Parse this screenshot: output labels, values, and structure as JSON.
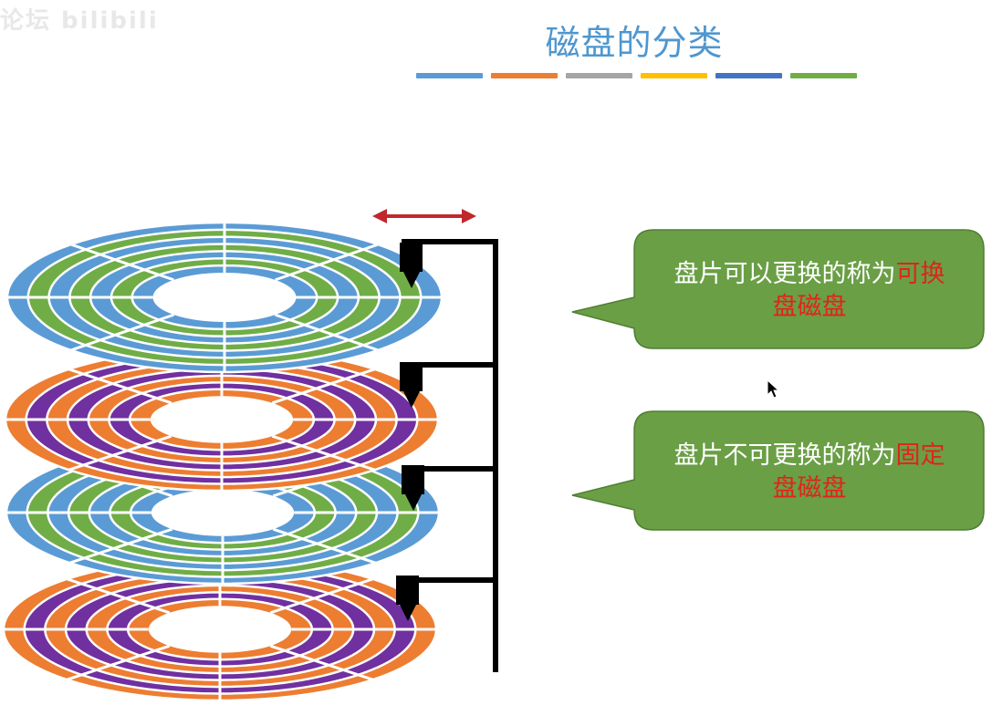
{
  "title": "磁盘的分类",
  "watermark": "论坛 bilibili",
  "title_bar_colors": [
    "#5b9bd5",
    "#ed7d31",
    "#a5a5a5",
    "#ffc000",
    "#4472c4",
    "#70ad47"
  ],
  "disk_colors": {
    "blue": "#5b9bd5",
    "green": "#70ad47",
    "orange": "#ed7d31",
    "purple": "#7030a0",
    "arrow": "#c0282d",
    "callout": "#6a9f45"
  },
  "platters": [
    {
      "name": "platter-1",
      "colors": [
        "blue",
        "green"
      ]
    },
    {
      "name": "platter-2",
      "colors": [
        "orange",
        "purple"
      ]
    },
    {
      "name": "platter-3",
      "colors": [
        "blue",
        "green"
      ]
    },
    {
      "name": "platter-4",
      "colors": [
        "orange",
        "purple"
      ]
    }
  ],
  "callouts": {
    "removable": {
      "line1": "盘片可以更换的称为",
      "highlight1": "可换",
      "line2": "盘磁盘"
    },
    "fixed": {
      "line1": "盘片不可更换的称为",
      "highlight1": "固定",
      "line2": "盘磁盘"
    }
  }
}
